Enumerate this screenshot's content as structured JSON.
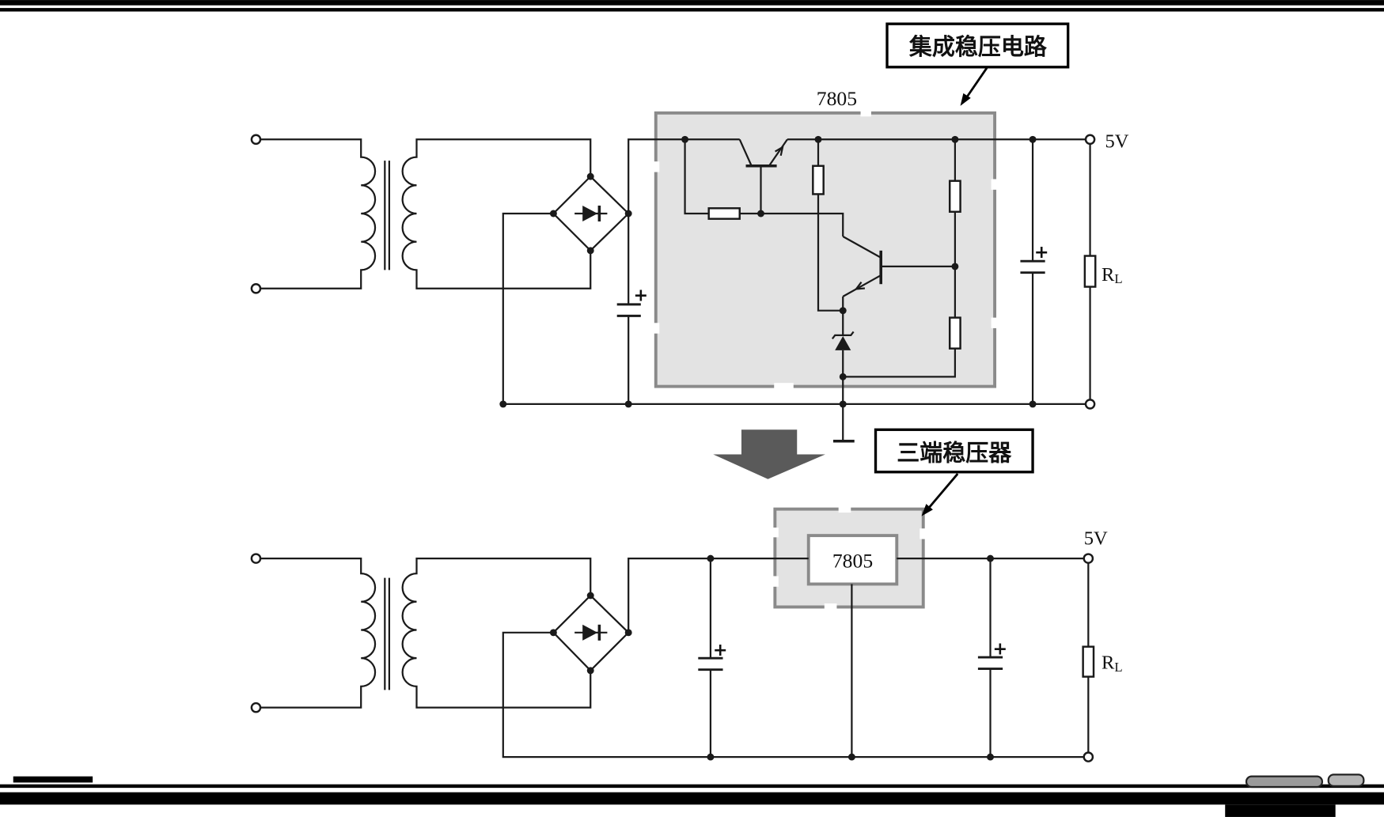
{
  "top_circuit": {
    "callout_label": "集成稳压电路",
    "ic_label": "7805",
    "output_voltage_label": "5V",
    "load_resistor_label": {
      "main": "R",
      "sub": "L"
    },
    "capacitor_polarity_mark": "+"
  },
  "bottom_circuit": {
    "callout_label": "三端稳压器",
    "ic_label": "7805",
    "output_voltage_label": "5V",
    "load_resistor_label": {
      "main": "R",
      "sub": "L"
    },
    "capacitor_polarity_mark": "+"
  },
  "colors": {
    "wire": "#1a1a1a",
    "ic_box_fill": "#e3e3e3",
    "ic_box_border": "#8a8a8a",
    "transition_arrow": "#5a5a5a",
    "page_border": "#000000"
  }
}
